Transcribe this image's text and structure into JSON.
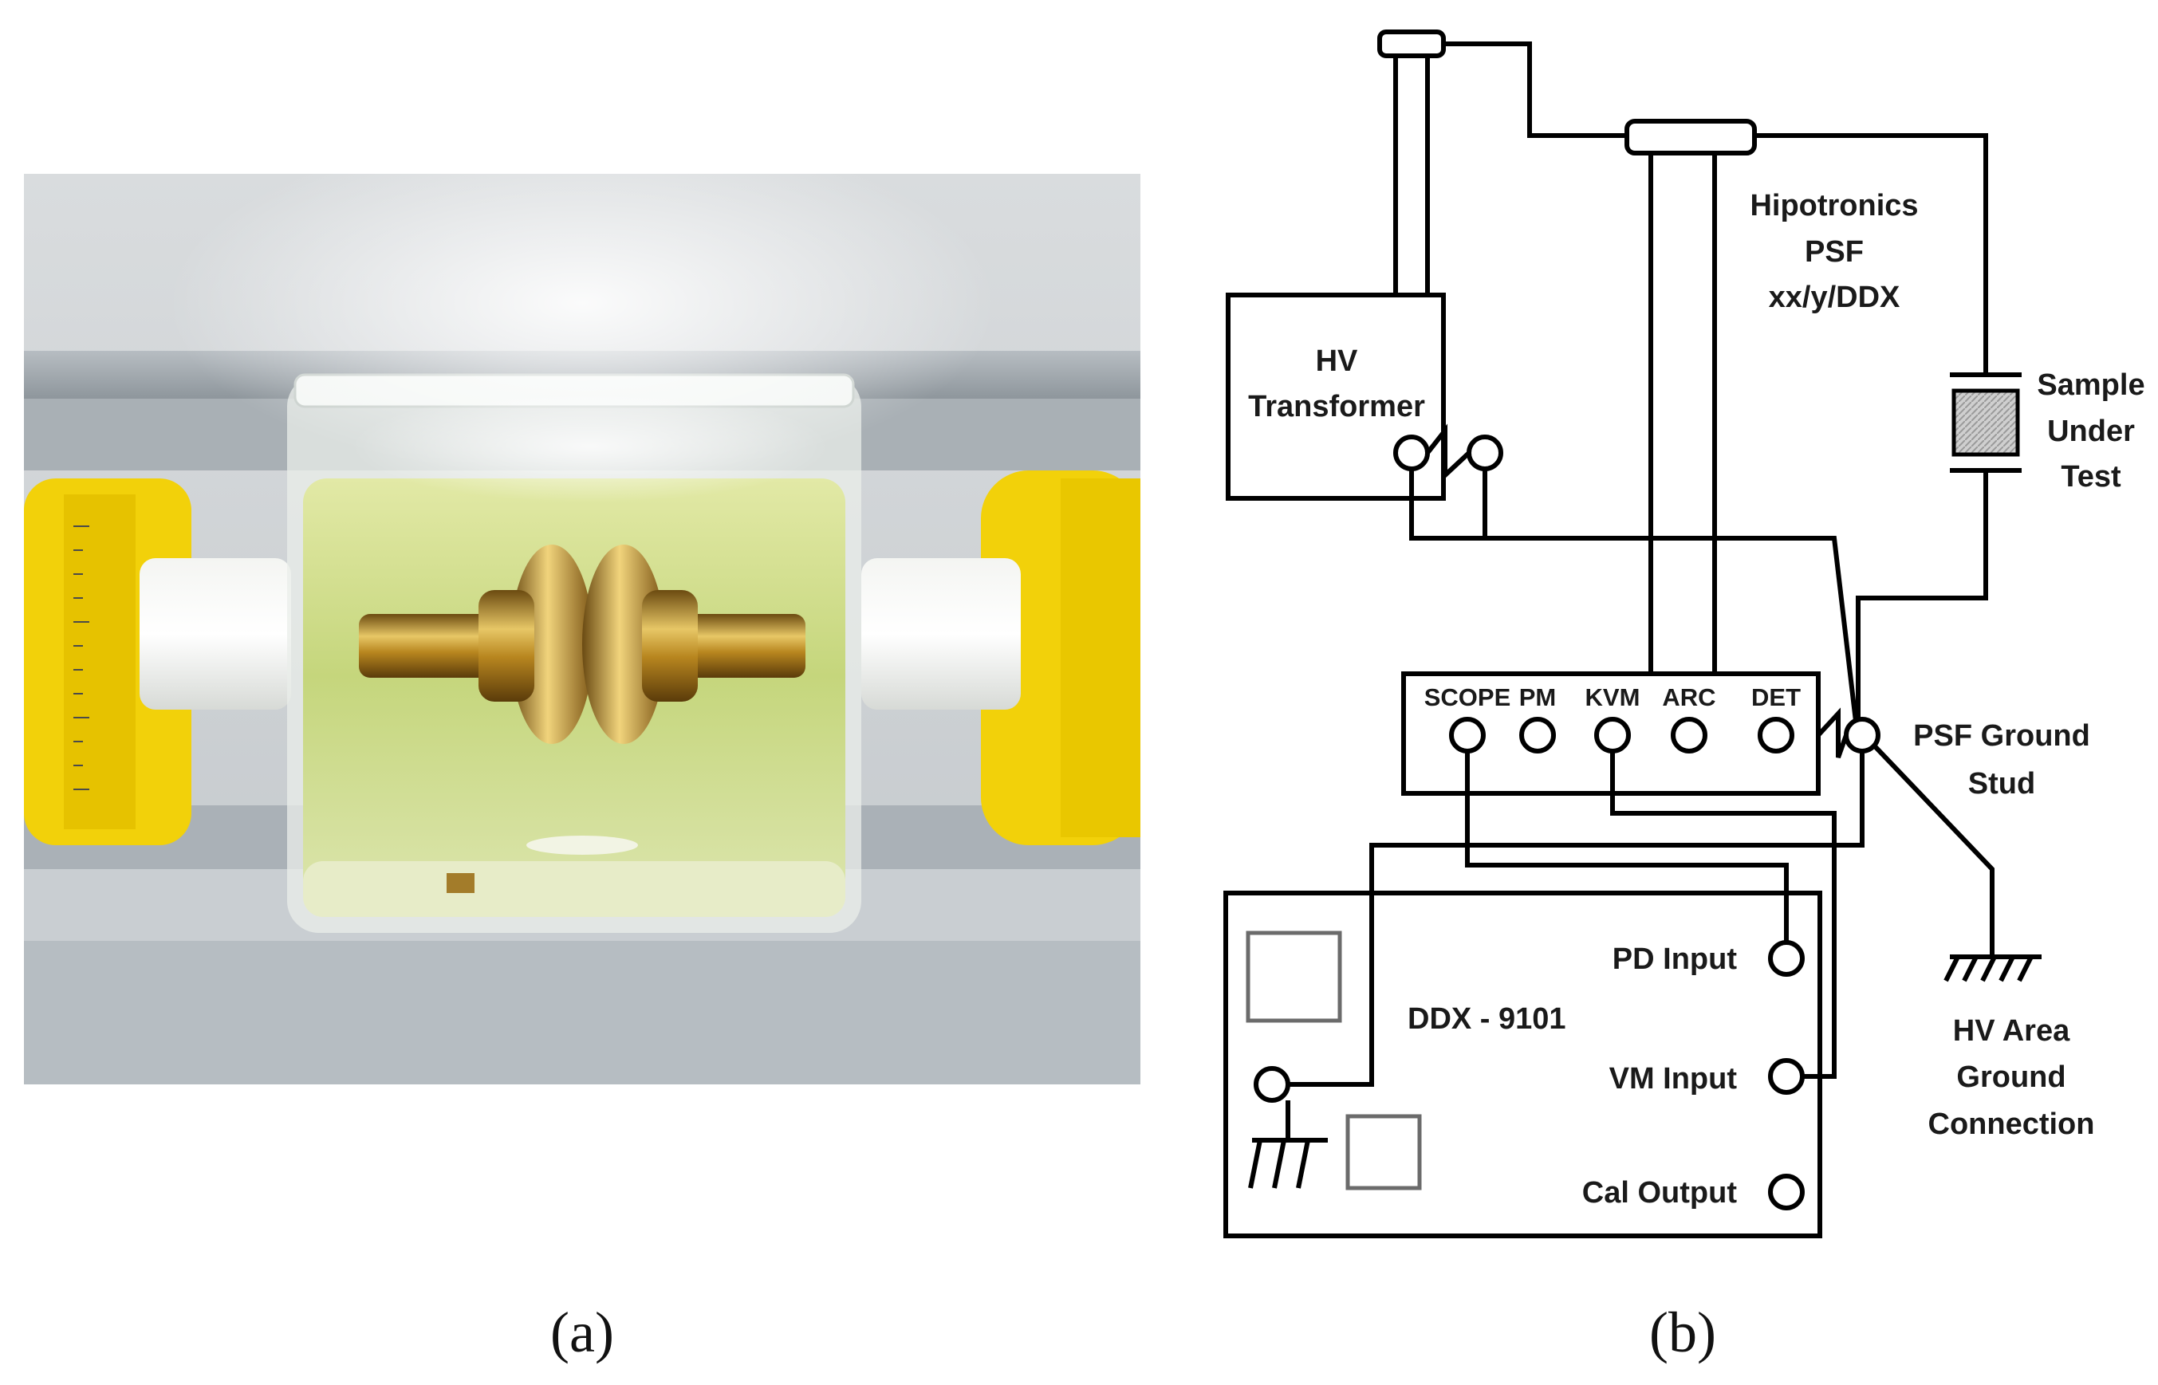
{
  "panel_a": {
    "caption": "(a)"
  },
  "panel_b": {
    "caption": "(b)",
    "labels": {
      "hipotronics": [
        "Hipotronics",
        "PSF",
        "xx/y/DDX"
      ],
      "hv_transformer": [
        "HV",
        "Transformer"
      ],
      "sample": [
        "Sample",
        "Under",
        "Test"
      ],
      "psf_ground": [
        "PSF Ground",
        "Stud"
      ],
      "hv_area": [
        "HV Area",
        "Ground",
        "Connection"
      ],
      "ddx": "DDX - 9101",
      "pd_input": "PD Input",
      "vm_input": "VM Input",
      "cal_output": "Cal Output"
    },
    "terminals": [
      "SCOPE",
      "PM",
      "KVM",
      "ARC",
      "DET"
    ]
  }
}
